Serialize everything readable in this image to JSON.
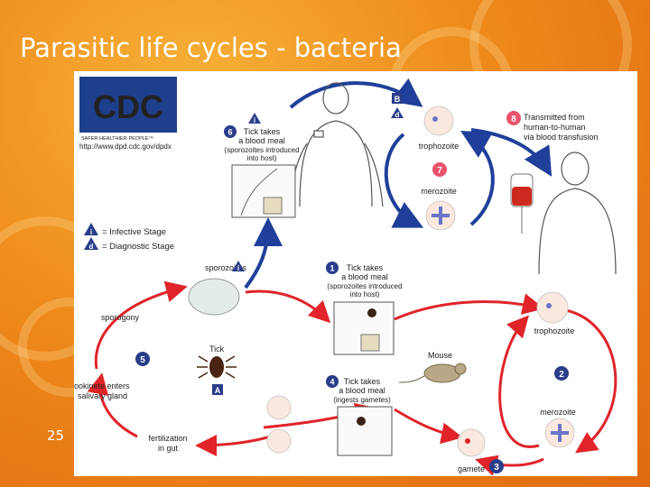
{
  "slide": {
    "title": "Parasitic life cycles - bacteria",
    "number": "25"
  },
  "logo": {
    "name": "CDC",
    "tagline": "SAFER·HEALTHIER·PEOPLE™",
    "url": "http://www.dpd.cdc.gov/dpdx"
  },
  "legend": {
    "infective_symbol": "i",
    "infective_label": "= Infective Stage",
    "diagnostic_symbol": "d",
    "diagnostic_label": "= Diagnostic Stage"
  },
  "steps": {
    "s1": {
      "num": "1",
      "l1": "Tick takes",
      "l2": "a blood meal",
      "l3": "(sporozoites introduced",
      "l4": "into host)"
    },
    "s2": {
      "num": "2"
    },
    "s3": {
      "num": "3"
    },
    "s4": {
      "num": "4",
      "l1": "Tick takes",
      "l2": "a blood meal",
      "l3": "(ingests gametes)"
    },
    "s5": {
      "num": "5"
    },
    "s6": {
      "num": "6",
      "l1": "Tick takes",
      "l2": "a blood meal",
      "l3": "(sporozoites introduced",
      "l4": "into host)"
    },
    "s7": {
      "num": "7"
    },
    "s8": {
      "num": "8",
      "l1": "Transmitted from",
      "l2": "human-to-human",
      "l3": "via blood transfusion"
    }
  },
  "stage_labels": {
    "trophozoite_top": "trophozoite",
    "merozoite_top": "merozoite",
    "trophozoite_right": "trophozoite",
    "merozoite_right": "merozoite",
    "gamete": "gamete",
    "fertilization_l1": "fertilization",
    "fertilization_l2": "in gut",
    "ookinete_l1": "ookinete enters",
    "ookinete_l2": "salivary gland",
    "sporogony": "sporogony",
    "sporozoites": "sporozoites",
    "tick": "Tick",
    "mouse": "Mouse"
  },
  "host_badges": {
    "human": "B",
    "tick": "A",
    "diag": "d",
    "inf": "i"
  },
  "colors": {
    "red_cycle": "#e0242a",
    "blue_cycle": "#1f3f9a",
    "step_badge": "#e8526a",
    "blue_badge": "#2a3d8a"
  }
}
